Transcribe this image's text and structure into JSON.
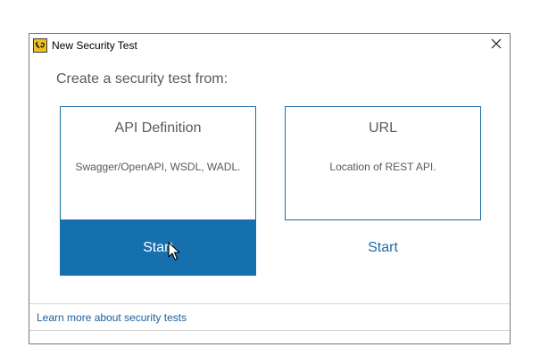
{
  "window": {
    "title": "New Security Test",
    "icon": "soapui-logo-icon",
    "close_icon": "close-icon"
  },
  "heading": "Create a security test from:",
  "cards": [
    {
      "title": "API Definition",
      "description": "Swagger/OpenAPI, WSDL, WADL.",
      "start_label": "Start",
      "state": "hovered"
    },
    {
      "title": "URL",
      "description": "Location of REST API.",
      "start_label": "Start",
      "state": "default"
    }
  ],
  "footer": {
    "link_label": "Learn more about security tests"
  },
  "colors": {
    "accent": "#1670ad",
    "border": "#1a6fa8",
    "text_muted": "#5a5a5a",
    "link": "#1a5fa0",
    "icon_bg": "#f0c020"
  }
}
